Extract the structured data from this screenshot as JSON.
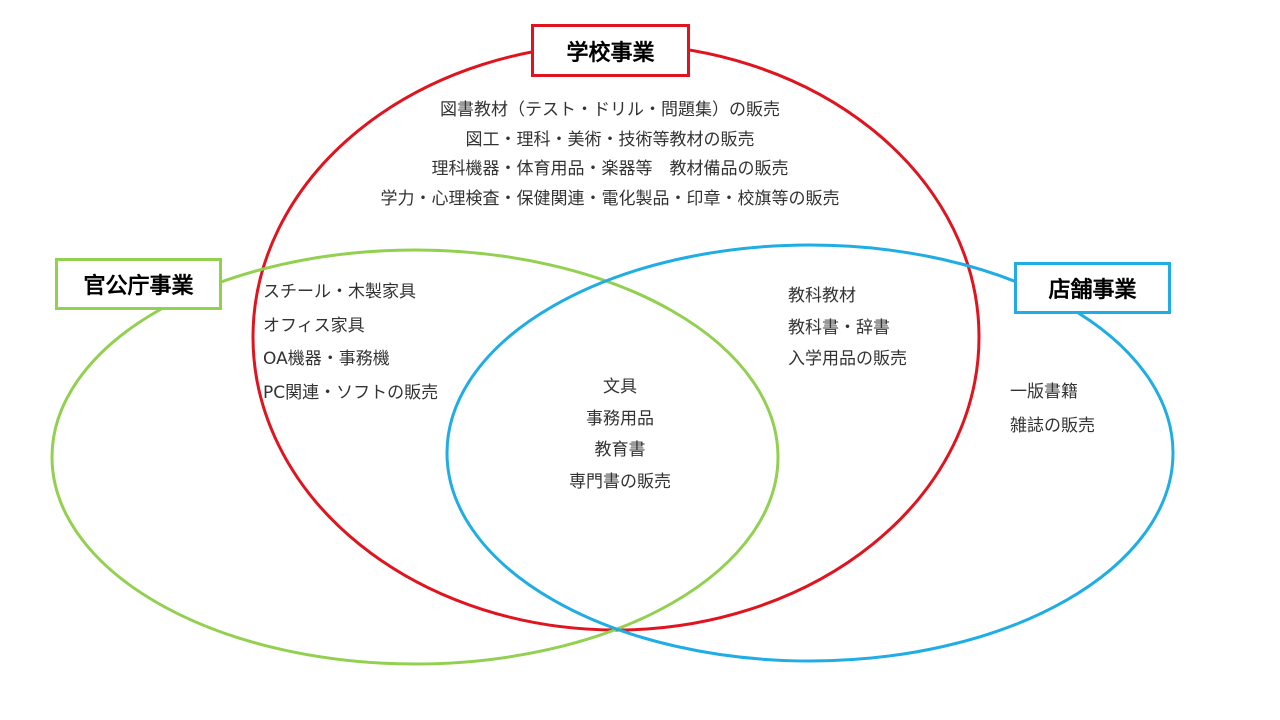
{
  "colors": {
    "school": "#e0141e",
    "government": "#92d050",
    "store": "#1fade4"
  },
  "categories": {
    "school": "学校事業",
    "government": "官公庁事業",
    "store": "店舗事業"
  },
  "regions": {
    "school_only": [
      "図書教材（テスト・ドリル・問題集）の販売",
      "図工・理科・美術・技術等教材の販売",
      "理科機器・体育用品・楽器等　教材備品の販売",
      "学力・心理検査・保健関連・電化製品・印章・校旗等の販売"
    ],
    "school_government": [
      "スチール・木製家具",
      "オフィス家具",
      "OA機器・事務機",
      "PC関連・ソフトの販売"
    ],
    "all_three": [
      "文具",
      "事務用品",
      "教育書",
      "専門書の販売"
    ],
    "school_store": [
      "教科教材",
      "教科書・辞書",
      "入学用品の販売"
    ],
    "store_only": [
      "一版書籍",
      "雑誌の販売"
    ]
  }
}
